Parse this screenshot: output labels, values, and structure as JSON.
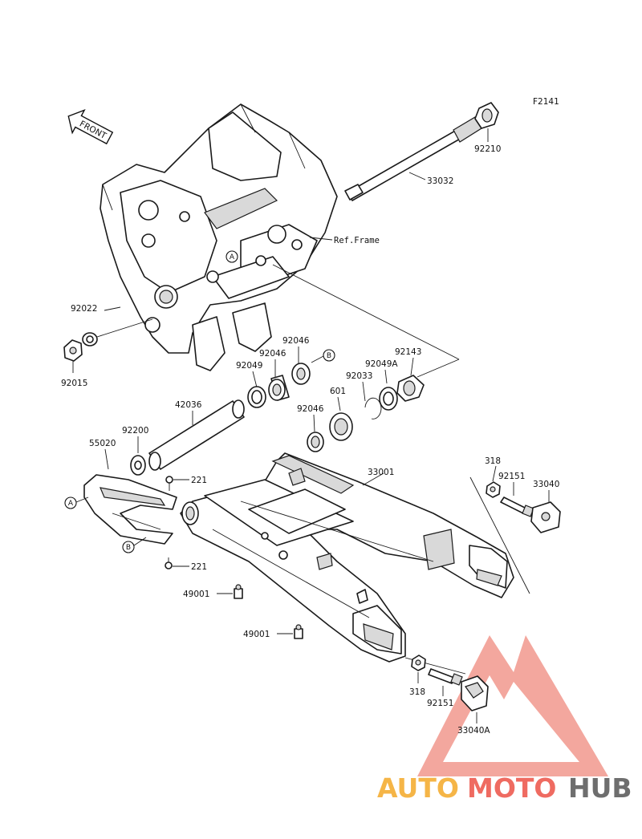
{
  "figure_code": "F2141",
  "front_label": "FRONT",
  "ref_frame": "Ref.Frame",
  "callouts": {
    "A": "A",
    "B": "B"
  },
  "parts": {
    "p92210": "92210",
    "p33032": "33032",
    "p92022": "92022",
    "p92015": "92015",
    "p92046a": "92046",
    "p92046b": "92046",
    "p92046c": "92046",
    "p92049": "92049",
    "p92033": "92033",
    "p92049a": "92049A",
    "p92143": "92143",
    "p601": "601",
    "p42036": "42036",
    "p92200": "92200",
    "p55020": "55020",
    "p221a": "221",
    "p221b": "221",
    "p33001": "33001",
    "p318a": "318",
    "p92151a": "92151",
    "p33040": "33040",
    "p49001a": "49001",
    "p49001b": "49001",
    "p318b": "318",
    "p92151b": "92151",
    "p33040a": "33040A"
  },
  "watermark": {
    "auto": "AUTO",
    "moto": "MOTO",
    "hub": "HUB",
    "colors": {
      "auto": "#f5b547",
      "moto": "#ef6b61",
      "hub": "#6e6e6e",
      "triangle": "#f08a7e"
    }
  }
}
